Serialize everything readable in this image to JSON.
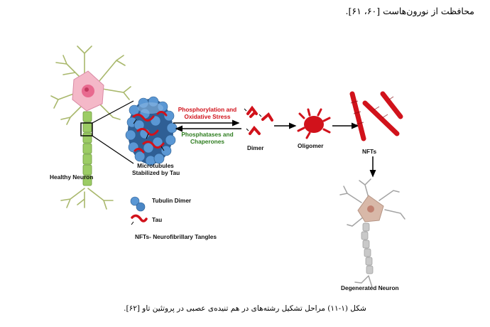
{
  "header_text": "محافظت از نورون‌هاست [۶۰، ۶۱].",
  "figure": {
    "healthy_neuron": "Healthy Neuron",
    "microtubules_line1": "Microtubules",
    "microtubules_line2": "Stabilized by Tau",
    "forward_line1": "Phosphorylation and",
    "forward_line2": "Oxidative Stress",
    "backward_line1": "Phosphatases and",
    "backward_line2": "Chaperones",
    "dimer": "Dimer",
    "oligomer": "Oligomer",
    "nfts": "NFTs",
    "degenerated_neuron": "Degenerated Neuron",
    "legend_tubulin": "Tubulin Dimer",
    "legend_tau": "Tau",
    "legend_nfts": "NFTs- Neurofibrillary Tangles",
    "colors": {
      "tau_red": "#d1121b",
      "tubulin_blue": "#4a86c5",
      "healthy_soma": "#f4b8c8",
      "degenerated_soma": "#d8b8a8",
      "forward_label": "#d1121b",
      "backward_label": "#2e7d1f"
    }
  },
  "caption": "شکل (۱-۱۱) مراحل تشکیل رشته‌های در هم تنیده‌ی عصبی در پروتئین تاو [۶۲]."
}
